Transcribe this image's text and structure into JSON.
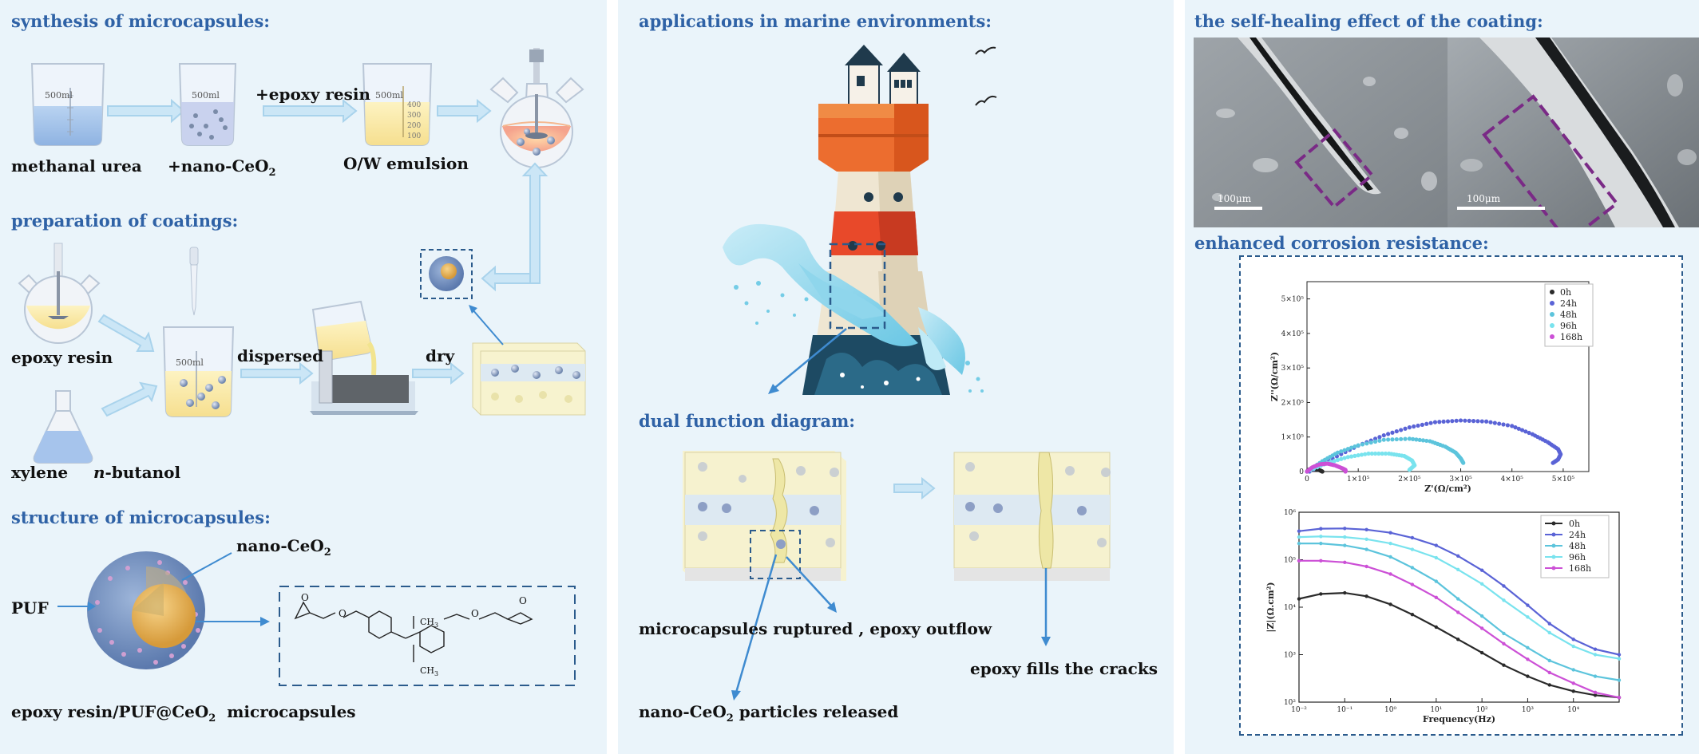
{
  "left": {
    "synthesis_title": "synthesis of microcapsules:",
    "methanal": "methanal",
    "urea": "urea",
    "nano_ceo2_plus": "+nano-CeO",
    "sub2": "2",
    "epoxy_resin_plus": "+epoxy resin",
    "ow_emulsion": "O/W emulsion",
    "beaker_volume": "500ml",
    "beaker_ticks": [
      "400",
      "300",
      "200",
      "100"
    ],
    "preparation_title": "preparation of coatings:",
    "epoxy_resin": "epoxy resin",
    "xylene": "xylene",
    "n_italic": "n",
    "butanol": "-butanol",
    "dispersed": "dispersed",
    "dry": "dry",
    "structure_title": "structure of microcapsules:",
    "nano_ceo2": "nano-CeO",
    "puf": "PUF",
    "microcapsule_label_a": "epoxy resin/PUF@CeO",
    "microcapsule_label_b": "microcapsules",
    "ch3": "CH",
    "sub3": "3"
  },
  "middle": {
    "applications_title": "applications in marine environments:",
    "dual_title": "dual function diagram:",
    "ruptured": "microcapsules ruptured , epoxy outflow",
    "particles_a": "nano-CeO",
    "particles_b": "particles released",
    "fills": "epoxy fills the cracks"
  },
  "right": {
    "self_healing_title": "the self-healing effect of the coating:",
    "scale_left": "100μm",
    "scale_right": "100μm",
    "corrosion_title": "enhanced corrosion resistance:",
    "nyquist_y_label": "Z''(Ω/cm²)",
    "nyquist_x_label": "Z'(Ω/cm²)",
    "nyquist_y_ticks": [
      "0",
      "1×10⁵",
      "2×10⁵",
      "3×10⁵",
      "4×10⁵",
      "5×10⁵"
    ],
    "nyquist_x_ticks": [
      "0",
      "1×10⁵",
      "2×10⁵",
      "3×10⁵",
      "4×10⁵",
      "5×10⁵"
    ],
    "bode_y_label": "|Z|(Ω.cm²)",
    "bode_x_label": "Frequency(Hz)",
    "bode_y_ticks": [
      "10²",
      "10³",
      "10⁴",
      "10⁵",
      "10⁶"
    ],
    "bode_x_ticks": [
      "10⁻²",
      "10⁻¹",
      "10⁰",
      "10¹",
      "10²",
      "10³",
      "10⁴"
    ]
  },
  "colors": {
    "panel_bg": "#eaf4fa",
    "title_blue": "#2f62a6",
    "arrow_blue": "#a9d3ec",
    "line_blue": "#3f8bd0",
    "dash_frame": "#2b5b8c",
    "s0h": "#2a2a2a",
    "s24h": "#5a63d6",
    "s48h": "#5cc4dc",
    "s96h": "#79e3ee",
    "s168h": "#cc50d6"
  },
  "chart_data": [
    {
      "type": "scatter",
      "title": "",
      "xlabel": "Z'(Ω/cm²)",
      "ylabel": "Z''(Ω/cm²)",
      "xlim": [
        0,
        550000
      ],
      "ylim": [
        0,
        550000
      ],
      "legend_position": "top-right",
      "series": [
        {
          "name": "0h",
          "color": "#2a2a2a",
          "x": [
            0,
            3000,
            8000,
            14000,
            20000,
            26000,
            30000
          ],
          "y": [
            0,
            5000,
            8000,
            8500,
            6500,
            3000,
            0
          ]
        },
        {
          "name": "24h",
          "color": "#5a63d6",
          "x": [
            5000,
            50000,
            100000,
            150000,
            200000,
            250000,
            300000,
            350000,
            400000,
            440000,
            470000,
            490000,
            495000,
            490000,
            480000
          ],
          "y": [
            0,
            38000,
            75000,
            105000,
            128000,
            143000,
            148000,
            145000,
            132000,
            108000,
            85000,
            65000,
            50000,
            35000,
            25000
          ]
        },
        {
          "name": "48h",
          "color": "#5cc4dc",
          "x": [
            0,
            30000,
            60000,
            100000,
            150000,
            200000,
            240000,
            270000,
            290000,
            300000,
            305000
          ],
          "y": [
            0,
            30000,
            55000,
            76000,
            92000,
            95000,
            88000,
            72000,
            55000,
            38000,
            25000
          ]
        },
        {
          "name": "96h",
          "color": "#79e3ee",
          "x": [
            0,
            40000,
            80000,
            120000,
            160000,
            190000,
            205000,
            210000,
            200000
          ],
          "y": [
            0,
            25000,
            42000,
            52000,
            52000,
            45000,
            32000,
            18000,
            5000
          ]
        },
        {
          "name": "168h",
          "color": "#cc50d6",
          "x": [
            0,
            10000,
            25000,
            40000,
            55000,
            68000,
            75000,
            75000
          ],
          "y": [
            0,
            12000,
            21000,
            23000,
            18000,
            10000,
            5000,
            0
          ]
        }
      ]
    },
    {
      "type": "line",
      "title": "",
      "xlabel": "Frequency(Hz)",
      "ylabel": "|Z|(Ω.cm²)",
      "x_scale": "log",
      "y_scale": "log",
      "xlim": [
        0.01,
        100000
      ],
      "ylim": [
        100,
        1000000
      ],
      "legend_position": "top-right",
      "x": [
        0.01,
        0.03,
        0.1,
        0.3,
        1,
        3,
        10,
        30,
        100,
        300,
        1000,
        3000,
        10000,
        30000,
        100000
      ],
      "series": [
        {
          "name": "0h",
          "color": "#2a2a2a",
          "values": [
            15000,
            19000,
            20000,
            17000,
            11500,
            7000,
            3800,
            2100,
            1100,
            600,
            350,
            230,
            170,
            140,
            125
          ]
        },
        {
          "name": "24h",
          "color": "#5a63d6",
          "values": [
            400000,
            450000,
            455000,
            430000,
            370000,
            290000,
            200000,
            120000,
            60000,
            28000,
            11000,
            4500,
            2100,
            1300,
            1000
          ]
        },
        {
          "name": "48h",
          "color": "#5cc4dc",
          "values": [
            220000,
            220000,
            200000,
            165000,
            115000,
            68000,
            35000,
            15000,
            6500,
            2800,
            1400,
            750,
            480,
            350,
            290
          ]
        },
        {
          "name": "96h",
          "color": "#79e3ee",
          "values": [
            300000,
            310000,
            300000,
            270000,
            220000,
            165000,
            110000,
            62000,
            31000,
            14000,
            6200,
            2900,
            1500,
            1000,
            820
          ]
        },
        {
          "name": "168h",
          "color": "#cc50d6",
          "values": [
            95000,
            95000,
            88000,
            72000,
            50000,
            30000,
            16000,
            7800,
            3600,
            1700,
            800,
            420,
            250,
            160,
            125
          ]
        }
      ]
    }
  ]
}
